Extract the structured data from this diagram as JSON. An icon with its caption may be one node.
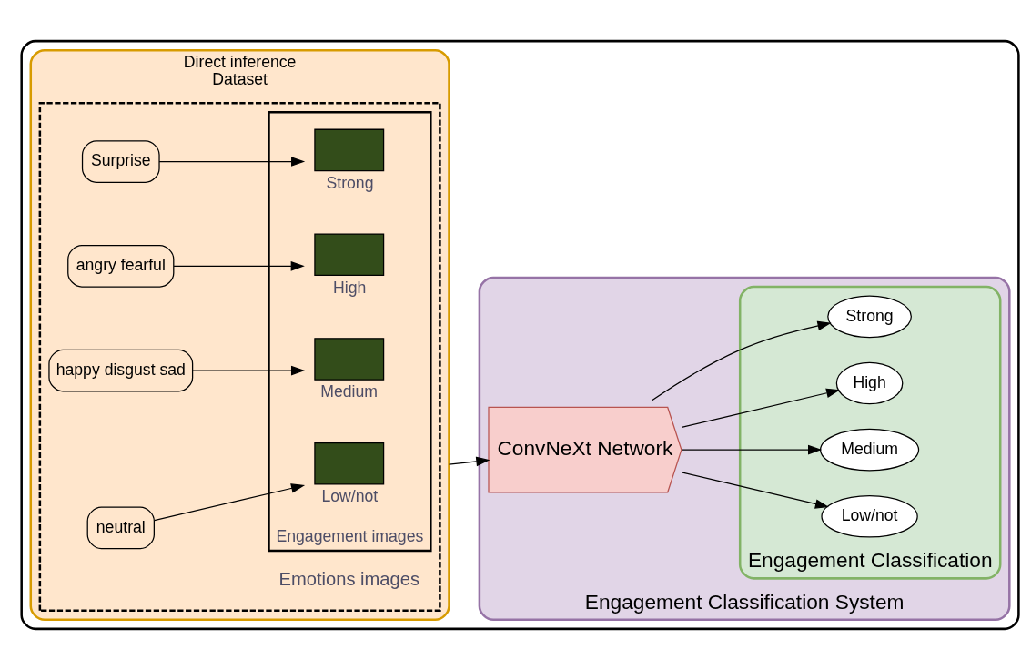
{
  "diagram": {
    "nodes": [
      {
        "text": [],
        "shape": "box"
      },
      {
        "text": [
          "Direct inference",
          "Dataset"
        ],
        "in": 0
      },
      {
        "text": [],
        "shape": "box",
        "in": 1
      },
      {
        "text": [
          "Surprise"
        ],
        "in": 2
      },
      {
        "text": [
          "angry fearful"
        ],
        "in": 2
      },
      {
        "text": [
          "happy disgust sad"
        ],
        "in": 2
      },
      {
        "text": [
          "neutral"
        ],
        "in": 2
      },
      {
        "text": [
          "Engagement images"
        ],
        "in": 2
      },
      {
        "text": [
          "Strong"
        ],
        "in": 7
      },
      {
        "text": [
          "High"
        ],
        "in": 7
      },
      {
        "text": [
          "Medium"
        ],
        "in": 7
      },
      {
        "text": [
          "Low/not"
        ],
        "in": 7
      },
      {
        "text": [
          "Engagement Classification System"
        ],
        "in": 0
      },
      {
        "text": [
          "ConvNeXt Network"
        ],
        "in": 12
      },
      {
        "text": [
          "Engagement Classification"
        ],
        "in": 12
      },
      {
        "text": [
          "Strong"
        ],
        "in": 14
      },
      {
        "text": [
          "High"
        ],
        "in": 14
      },
      {
        "text": [
          "Medium"
        ],
        "in": 14
      },
      {
        "text": [
          "Low/not"
        ],
        "in": 14
      }
    ],
    "edges": [
      {
        "from": 3,
        "to": 8,
        "arrow": "to"
      },
      {
        "from": 4,
        "to": 9,
        "arrow": "to"
      },
      {
        "from": 5,
        "to": 10,
        "arrow": "to"
      },
      {
        "from": 6,
        "to": 11,
        "arrow": "to"
      },
      {
        "from": 1,
        "to": 13,
        "arrow": "to"
      },
      {
        "from": 13,
        "to": 15,
        "arrow": "to"
      },
      {
        "from": 13,
        "to": 16,
        "arrow": "to"
      },
      {
        "from": 13,
        "to": 17,
        "arrow": "to"
      },
      {
        "from": 13,
        "to": 18,
        "arrow": "to"
      }
    ],
    "labels": [
      "Emotions images"
    ]
  }
}
